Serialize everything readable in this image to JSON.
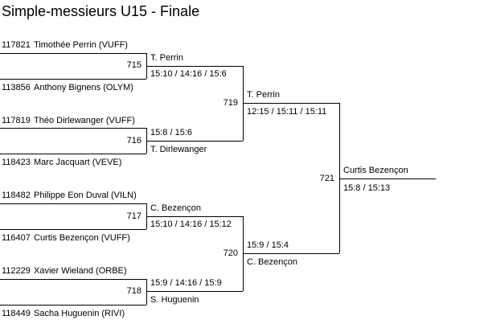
{
  "title": "Simple-messieurs U15 - Finale",
  "round1": [
    {
      "match": "715",
      "top": {
        "id": "117821",
        "name": "Timothée Perrin (VUFF)"
      },
      "bottom": {
        "id": "113856",
        "name": "Anthony Bignens (OLYM)"
      },
      "winner": "T. Perrin",
      "score": "15:10 / 14:16 / 15:6"
    },
    {
      "match": "716",
      "top": {
        "id": "117819",
        "name": "Théo Dirlewanger (VUFF)"
      },
      "bottom": {
        "id": "118423",
        "name": "Marc Jacquart (VEVE)"
      },
      "winner": "T. Dirlewanger",
      "score": "15:8 / 15:6"
    },
    {
      "match": "717",
      "top": {
        "id": "118482",
        "name": "Philippe Eon Duval (VILN)"
      },
      "bottom": {
        "id": "116407",
        "name": "Curtis Bezençon (VUFF)"
      },
      "winner": "C. Bezençon",
      "score": "15:10 / 14:16 / 15:12"
    },
    {
      "match": "718",
      "top": {
        "id": "112229",
        "name": "Xavier Wieland (ORBE)"
      },
      "bottom": {
        "id": "118449",
        "name": "Sacha Huguenin (RIVI)"
      },
      "winner": "S. Huguenin",
      "score": "15:9 / 14:16 / 15:9"
    }
  ],
  "round2": [
    {
      "match": "719",
      "winner": "T. Perrin",
      "score": "12:15 / 15:11 / 15:11"
    },
    {
      "match": "720",
      "winner": "C. Bezençon",
      "score": "15:9 / 15:4"
    }
  ],
  "final": {
    "match": "721",
    "winner": "Curtis Bezençon",
    "score": "15:8 / 15:13"
  }
}
